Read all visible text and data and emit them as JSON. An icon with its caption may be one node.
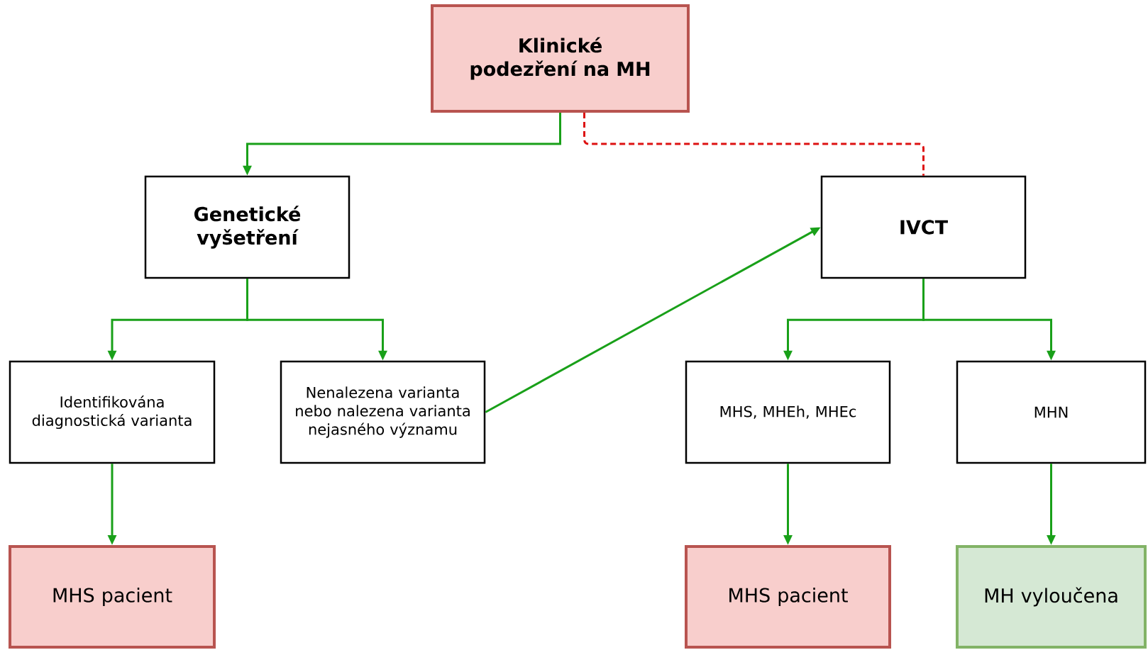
{
  "diagram": {
    "nodes": [
      {
        "text": [
          "Klinické podezření na MH"
        ]
      },
      {
        "text": [
          "Genetické vyšetření"
        ]
      },
      {
        "text": [
          "IVCT"
        ]
      },
      {
        "text": [
          "Identifikována diagnostická varianta"
        ]
      },
      {
        "text": [
          "Nenalezena varianta nebo nalezena varianta nejasného významu"
        ]
      },
      {
        "text": [
          "MHS, MHEh, MHEc"
        ]
      },
      {
        "text": [
          "MHN"
        ]
      },
      {
        "text": [
          "MHS pacient"
        ]
      },
      {
        "text": [
          "MHS pacient"
        ]
      },
      {
        "text": [
          "MH vyloučena"
        ]
      }
    ],
    "edges": [
      {
        "from": 0,
        "to": 1,
        "arrow": "to"
      },
      {
        "from": 0,
        "to": 2,
        "arrow": "none",
        "style": "dashed",
        "color": "#dd1111"
      },
      {
        "from": 1,
        "to": 3,
        "arrow": "to"
      },
      {
        "from": 1,
        "to": 4,
        "arrow": "to"
      },
      {
        "from": 4,
        "to": 2,
        "arrow": "to"
      },
      {
        "from": 2,
        "to": 5,
        "arrow": "to"
      },
      {
        "from": 2,
        "to": 6,
        "arrow": "to"
      },
      {
        "from": 3,
        "to": 7,
        "arrow": "to"
      },
      {
        "from": 5,
        "to": 8,
        "arrow": "to"
      },
      {
        "from": 6,
        "to": 9,
        "arrow": "to"
      }
    ]
  }
}
